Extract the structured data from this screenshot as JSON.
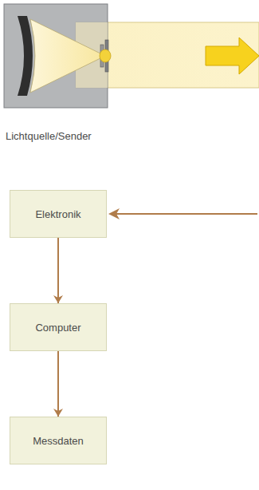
{
  "diagram": {
    "nodes": [
      {
        "text": [
          "Elektronik"
        ]
      },
      {
        "text": [
          "Computer"
        ]
      },
      {
        "text": [
          "Messdaten"
        ]
      }
    ],
    "edges": [
      {
        "from": 0,
        "to": 1,
        "arrow": "to"
      },
      {
        "from": 1,
        "to": 2,
        "arrow": "to"
      }
    ],
    "labels": [
      "Lichtquelle/Sender"
    ]
  }
}
